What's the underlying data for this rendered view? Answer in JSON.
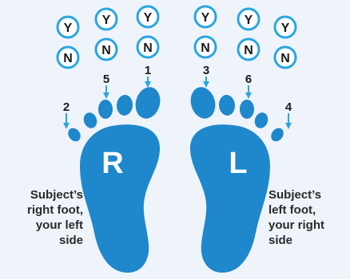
{
  "colors": {
    "foot": "#1f87cc",
    "circle_border": "#2aa6df",
    "circle_fill": "#ffffff",
    "circle_text": "#1a1a1a",
    "arrow": "#2aa6df",
    "foot_letter": "#ffffff",
    "background": "#eef4fa"
  },
  "choice_labels": {
    "yes": "Y",
    "no": "N"
  },
  "feet": {
    "right": {
      "letter": "R",
      "label_lines": [
        "Subject’s",
        "right foot,",
        "your left",
        "side"
      ],
      "toe_numbers": [
        "5",
        "1",
        "2"
      ]
    },
    "left": {
      "letter": "L",
      "label_lines": [
        "Subject’s",
        "left foot,",
        "your right",
        "side"
      ],
      "toe_numbers": [
        "3",
        "6",
        "4"
      ]
    }
  }
}
